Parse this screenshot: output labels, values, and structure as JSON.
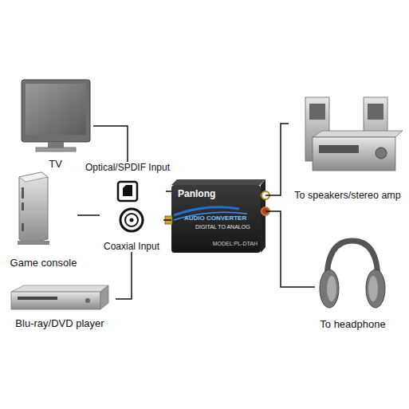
{
  "diagram": {
    "nodes": [
      {
        "text": [
          "TV"
        ]
      },
      {
        "text": [
          "Game console"
        ]
      },
      {
        "text": [
          "Blu-ray/DVD player"
        ]
      },
      {
        "text": [
          "Optical/SPDIF Input"
        ]
      },
      {
        "text": [
          "Coaxial Input"
        ]
      },
      {
        "text": [
          "Panlong",
          "AUDIO CONVERTER",
          "DIGITAL TO ANALOG",
          "MODEL:PL-DTAH"
        ]
      },
      {
        "text": [
          "To speakers/stereo amp"
        ]
      },
      {
        "text": [
          "To headphone"
        ]
      }
    ],
    "edges": [
      {
        "from": 0,
        "to": 3,
        "arrow": "none"
      },
      {
        "from": 1,
        "to": 4,
        "arrow": "none"
      },
      {
        "from": 2,
        "to": 4,
        "arrow": "none"
      },
      {
        "from": 3,
        "to": 5,
        "arrow": "none"
      },
      {
        "from": 4,
        "to": 5,
        "arrow": "none"
      },
      {
        "from": 5,
        "to": 6,
        "arrow": "none"
      },
      {
        "from": 5,
        "to": 7,
        "arrow": "none"
      }
    ]
  }
}
